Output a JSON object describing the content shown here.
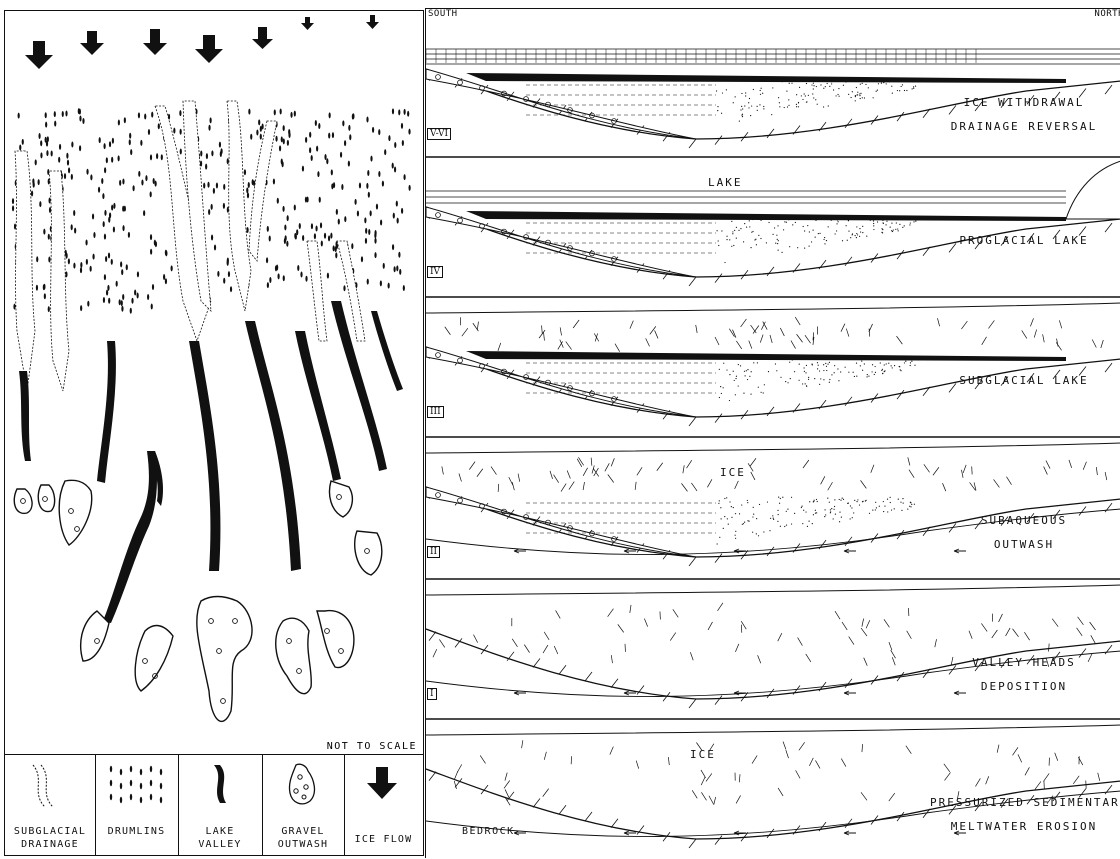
{
  "map": {
    "not_to_scale": "NOT TO SCALE"
  },
  "legend": [
    {
      "icon": "subglacial-drainage-icon",
      "line1": "SUBGLACIAL",
      "line2": "DRAINAGE"
    },
    {
      "icon": "drumlins-icon",
      "line1": "DRUMLINS",
      "line2": ""
    },
    {
      "icon": "lake-valley-icon",
      "line1": "LAKE",
      "line2": "VALLEY"
    },
    {
      "icon": "gravel-outwash-icon",
      "line1": "GRAVEL",
      "line2": "OUTWASH"
    },
    {
      "icon": "ice-flow-arrow-icon",
      "line1": "ICE FLOW",
      "line2": ""
    }
  ],
  "sections": {
    "south": "SOUTH",
    "north": "NORTH",
    "panels": [
      {
        "roman": "V-VI",
        "label1": "ICE WITHDRAWAL",
        "label2": "DRAINAGE REVERSAL",
        "inner": ""
      },
      {
        "roman": "IV",
        "label1": "PROGLACIAL LAKE",
        "label2": "",
        "inner": "LAKE"
      },
      {
        "roman": "III",
        "label1": "SUBGLACIAL LAKE",
        "label2": "",
        "inner": ""
      },
      {
        "roman": "II",
        "label1": "SUBAQUEOUS",
        "label2": "OUTWASH",
        "inner": "ICE"
      },
      {
        "roman": "I",
        "label1": "VALLEY HEADS",
        "label2": "DEPOSITION",
        "inner": ""
      },
      {
        "roman": "",
        "label1": "PRESSURIZED SEDIMENTARY",
        "label2": "MELTWATER EROSION",
        "inner": "ICE"
      }
    ],
    "bedrock": "BEDROCK"
  }
}
